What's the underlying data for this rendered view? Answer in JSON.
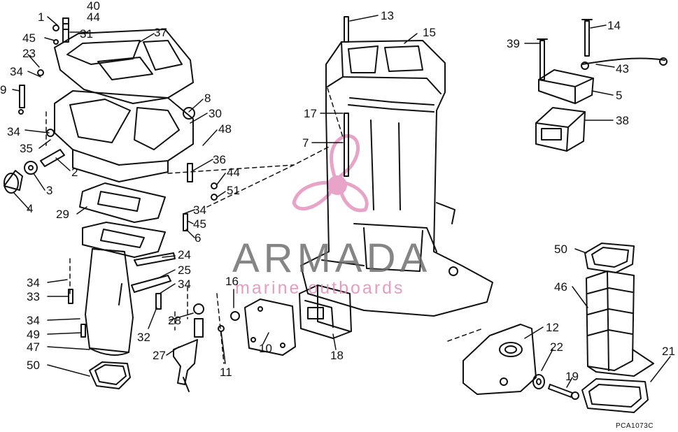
{
  "diagram": {
    "reference_code": "PCA1073C",
    "colors": {
      "line": "#111111",
      "watermark_text": "#6b6b6b",
      "watermark_accent": "#e8a3c8"
    },
    "watermark": {
      "name": "ARMADA",
      "tagline": "marine outboards",
      "logo": "propeller-logo"
    },
    "parts": [
      {
        "num": "1"
      },
      {
        "num": "40"
      },
      {
        "num": "44"
      },
      {
        "num": "45"
      },
      {
        "num": "31"
      },
      {
        "num": "37"
      },
      {
        "num": "23"
      },
      {
        "num": "34"
      },
      {
        "num": "9"
      },
      {
        "num": "34"
      },
      {
        "num": "35"
      },
      {
        "num": "8"
      },
      {
        "num": "30"
      },
      {
        "num": "48"
      },
      {
        "num": "2"
      },
      {
        "num": "3"
      },
      {
        "num": "4"
      },
      {
        "num": "36"
      },
      {
        "num": "44"
      },
      {
        "num": "51"
      },
      {
        "num": "29"
      },
      {
        "num": "34"
      },
      {
        "num": "45"
      },
      {
        "num": "6"
      },
      {
        "num": "24"
      },
      {
        "num": "25"
      },
      {
        "num": "34"
      },
      {
        "num": "34"
      },
      {
        "num": "33"
      },
      {
        "num": "28"
      },
      {
        "num": "34"
      },
      {
        "num": "49"
      },
      {
        "num": "32"
      },
      {
        "num": "47"
      },
      {
        "num": "27"
      },
      {
        "num": "50"
      },
      {
        "num": "16"
      },
      {
        "num": "11"
      },
      {
        "num": "10"
      },
      {
        "num": "18"
      },
      {
        "num": "13"
      },
      {
        "num": "15"
      },
      {
        "num": "17"
      },
      {
        "num": "7"
      },
      {
        "num": "39"
      },
      {
        "num": "14"
      },
      {
        "num": "43"
      },
      {
        "num": "5"
      },
      {
        "num": "38"
      },
      {
        "num": "50"
      },
      {
        "num": "46"
      },
      {
        "num": "12"
      },
      {
        "num": "22"
      },
      {
        "num": "19"
      },
      {
        "num": "21"
      }
    ]
  }
}
